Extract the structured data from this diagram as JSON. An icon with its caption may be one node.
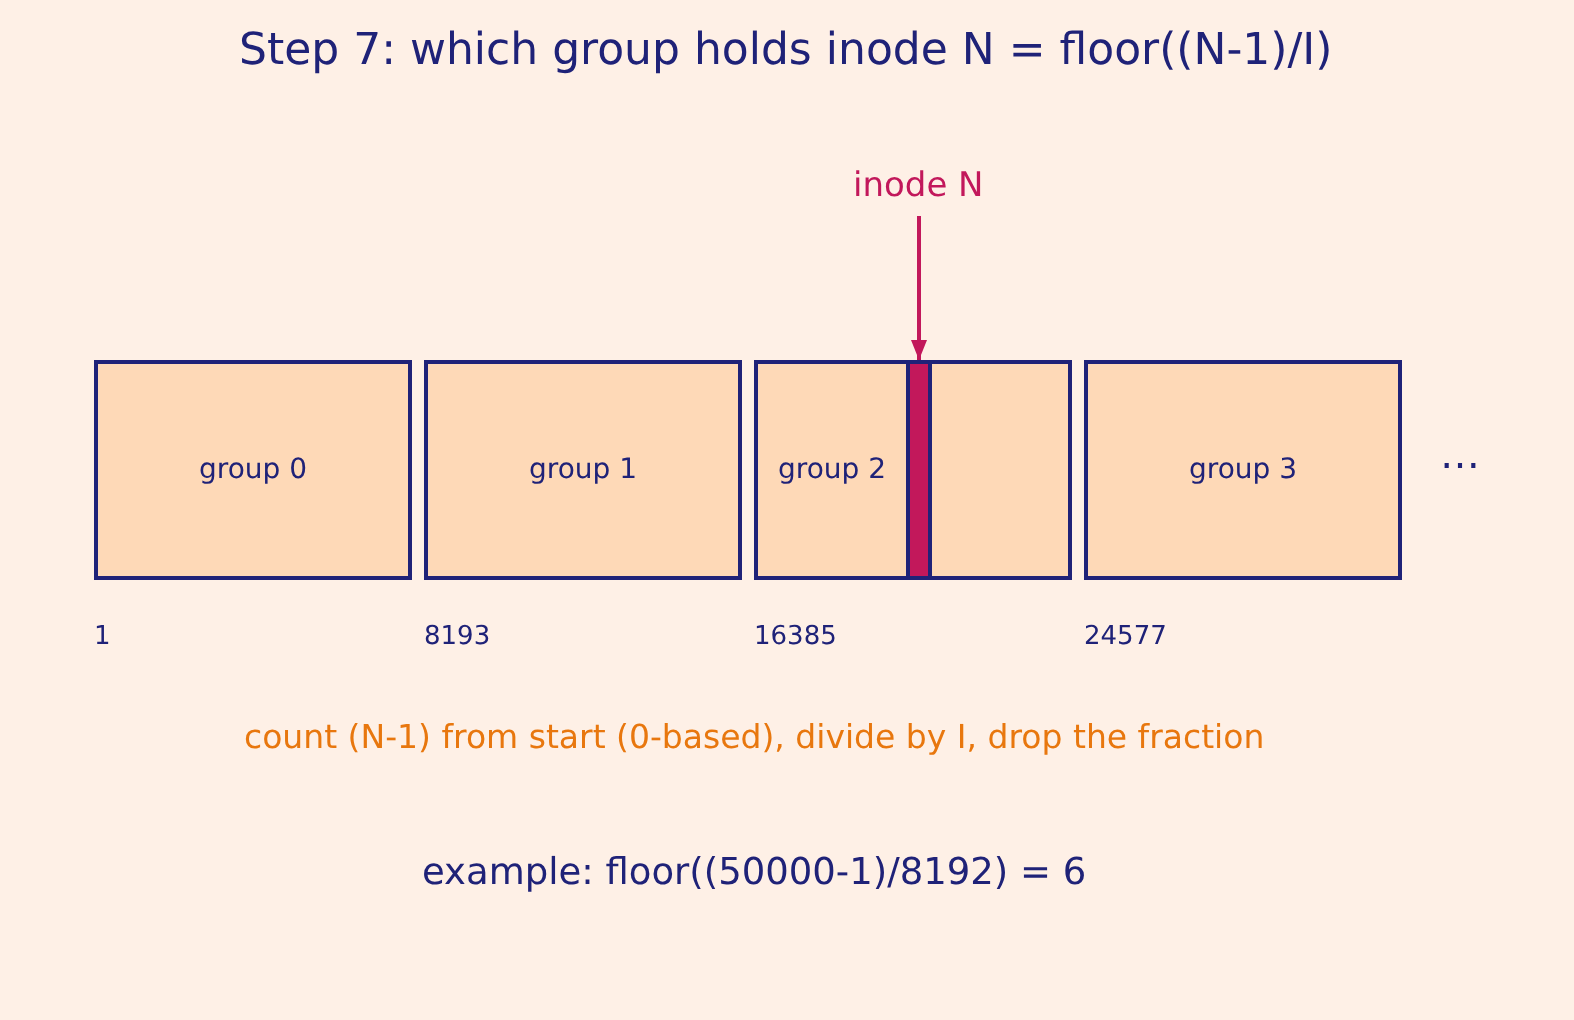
{
  "diagram": {
    "title": "Step 7: which group holds inode N = floor((N-1)/I)",
    "nodes": [
      {
        "text": [
          "inode N"
        ]
      },
      {
        "text": [
          "group 0"
        ]
      },
      {
        "text": [
          "group 1"
        ]
      },
      {
        "text": [
          "group 2"
        ]
      },
      {
        "text": [],
        "shape": "bar",
        "in": 3
      },
      {
        "text": [
          "group 3"
        ]
      }
    ],
    "edges": [
      {
        "from": 0,
        "to": 4,
        "arrow": "to"
      }
    ],
    "labels": [
      "⋯",
      "1",
      "8193",
      "16385",
      "24577",
      "count (N-1) from start (0-based), divide by I, drop the fraction",
      "example: floor((50000-1)/8192) = 6"
    ]
  }
}
